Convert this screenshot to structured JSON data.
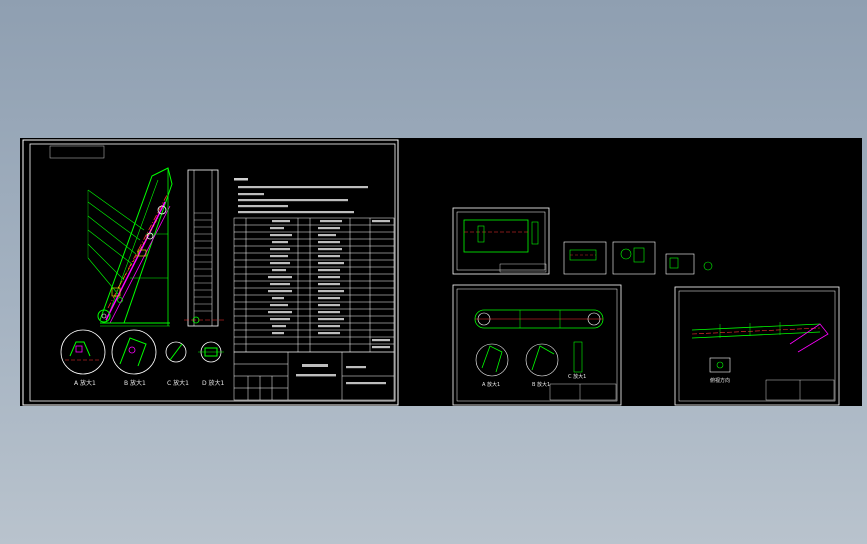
{
  "detail_labels": [
    "A 放大1",
    "B 放大1",
    "C 放大1",
    "D 放大1"
  ],
  "sheet2_labels": [
    "A 放大1",
    "B 放大1",
    "C 放大1"
  ],
  "sheet3_label": "俯视方向",
  "colors": {
    "background": "#000000",
    "frame": "#ffffff",
    "part_line": "#00ff00",
    "center_line": "#ff3030",
    "leader": "#ff00ff",
    "hidden": "#ffff00"
  }
}
